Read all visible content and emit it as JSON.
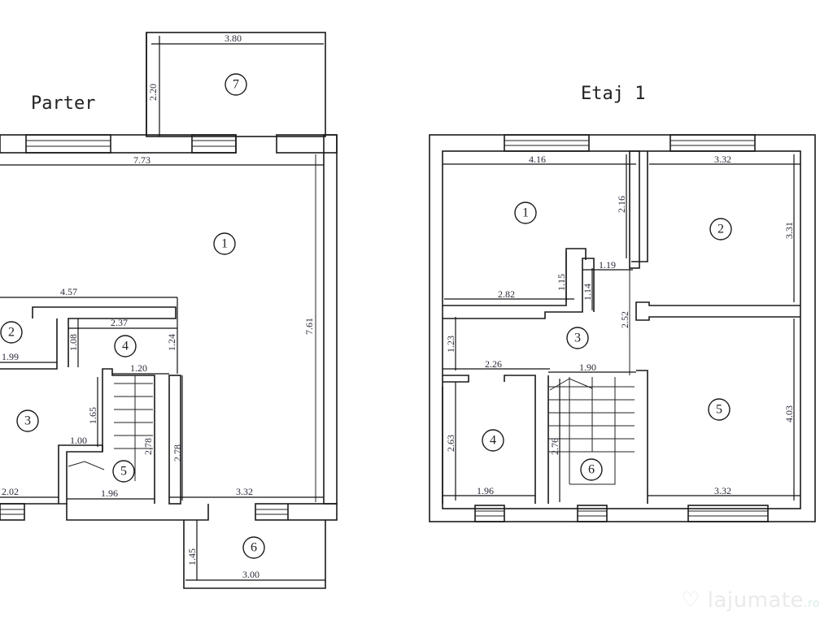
{
  "plans": [
    {
      "title": "Parter",
      "rooms": [
        "1",
        "2",
        "3",
        "4",
        "5",
        "6",
        "7"
      ],
      "dimensions": {
        "terrace_width": "3.80",
        "terrace_depth": "2.20",
        "top_width": "7.73",
        "right_height": "7.61",
        "hall_width": "4.57",
        "room4_width": "2.37",
        "room2_depth": "1.08",
        "room4_depth": "1.24",
        "room2_width": "1.99",
        "stair_width": "1.20",
        "stair_side": "1.65",
        "landing": "1.00",
        "stair_len_a": "2.78",
        "stair_len_b": "2.78",
        "room3_bottom": "2.02",
        "room5_width": "1.96",
        "room1_bottom": "3.32",
        "porch_depth": "1.45",
        "porch_width": "3.00"
      }
    },
    {
      "title": "Etaj 1",
      "rooms": [
        "1",
        "2",
        "3",
        "4",
        "5",
        "6"
      ],
      "dimensions": {
        "room1_width": "4.16",
        "room2_width": "3.32",
        "room1_side": "2.16",
        "room2_height": "3.31",
        "closet_a": "1.15",
        "closet_b": "1.14",
        "passage": "1.19",
        "room1_bottom": "2.82",
        "hall_height": "2.52",
        "hall_left": "1.23",
        "room4_top": "2.26",
        "stair_top": "1.90",
        "room4_height": "2.63",
        "stair_height": "2.76",
        "room5_height": "4.03",
        "room4_width": "1.96",
        "room5_width": "3.32"
      }
    }
  ],
  "watermark": {
    "brand": "lajumate",
    "tld": ".ro"
  }
}
